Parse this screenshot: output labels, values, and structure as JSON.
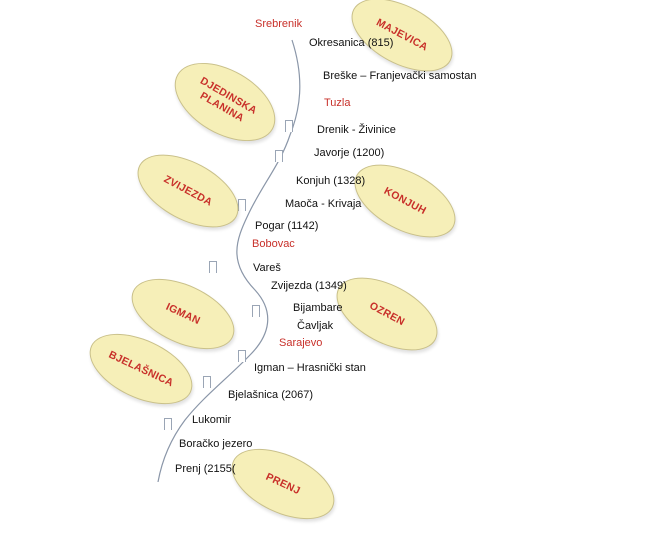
{
  "diagram": {
    "regions": [
      {
        "id": "majevica",
        "label": "MAJEVICA"
      },
      {
        "id": "djedinska",
        "label": "DJEDINSKA\nPLANINA"
      },
      {
        "id": "zvijezda",
        "label": "ZVIJEZDA"
      },
      {
        "id": "konjuh",
        "label": "KONJUH"
      },
      {
        "id": "igman",
        "label": "IGMAN"
      },
      {
        "id": "ozren",
        "label": "OZREN"
      },
      {
        "id": "bjelasnica",
        "label": "BJELAŠNICA"
      },
      {
        "id": "prenj",
        "label": "PRENJ"
      }
    ],
    "stops": [
      {
        "label": "Srebrenik",
        "city": true
      },
      {
        "label": "Okresanica  (815)",
        "city": false
      },
      {
        "label": "Breške – Franjevački samostan",
        "city": false
      },
      {
        "label": "Tuzla",
        "city": true
      },
      {
        "label": "Drenik - Živinice",
        "city": false
      },
      {
        "label": "Javorje (1200)",
        "city": false
      },
      {
        "label": "Konjuh (1328)",
        "city": false
      },
      {
        "label": "Maoča - Krivaja",
        "city": false
      },
      {
        "label": "Pogar (1142)",
        "city": false
      },
      {
        "label": "Bobovac",
        "city": true
      },
      {
        "label": "Vareš",
        "city": false
      },
      {
        "label": "Zvijezda (1349)",
        "city": false
      },
      {
        "label": "Bijambare",
        "city": false
      },
      {
        "label": "Čavljak",
        "city": false
      },
      {
        "label": "Sarajevo",
        "city": true
      },
      {
        "label": "Igman – Hrasnički stan",
        "city": false
      },
      {
        "label": "Bjelašnica (2067)",
        "city": false
      },
      {
        "label": "Lukomir",
        "city": false
      },
      {
        "label": "Boračko jezero",
        "city": false
      },
      {
        "label": "Prenj (2155(",
        "city": false
      }
    ],
    "colors": {
      "city": "#c8302a",
      "text": "#111111",
      "region_fill": "#f6efb8",
      "path": "#8a96a8"
    }
  }
}
